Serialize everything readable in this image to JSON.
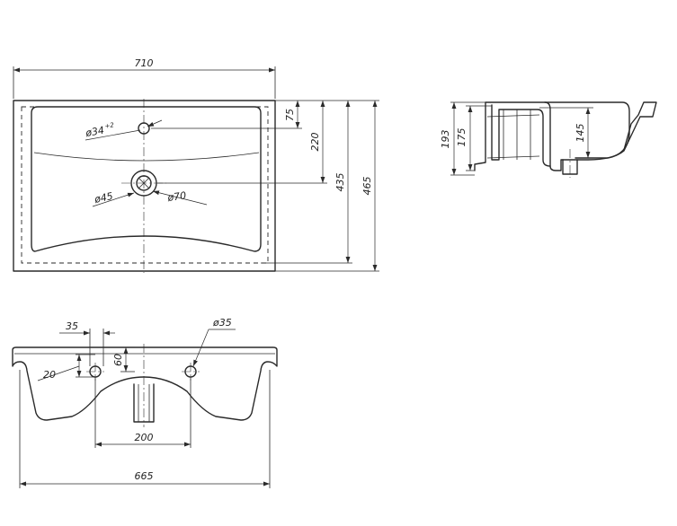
{
  "top_view": {
    "width": "710",
    "tap_hole_offset": "75",
    "drain_offset": "220",
    "depth_inner": "435",
    "depth_total": "465",
    "tap_hole_dia": "ø34",
    "tap_hole_tol": "+2",
    "drain_dia_inner": "ø45",
    "drain_dia_outer": "ø70"
  },
  "side_view": {
    "height_total": "193",
    "height_rim": "175",
    "bowl_depth": "145"
  },
  "front_view": {
    "bracket_width": "35",
    "bracket_offset": "20",
    "bracket_height": "60",
    "bracket_hole_dia": "ø35",
    "bracket_spacing": "200",
    "base_width": "665"
  }
}
